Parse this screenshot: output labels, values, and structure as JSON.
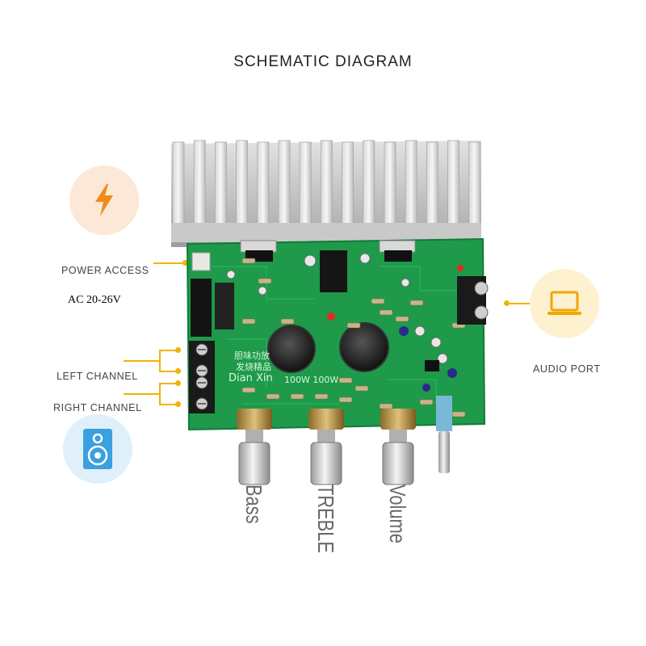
{
  "title": "SCHEMATIC DIAGRAM",
  "callouts": {
    "power_access": "POWER ACCESS",
    "ac_voltage": "AC 20-26V",
    "left_channel": "LEFT CHANNEL",
    "right_channel": "RIGHT CHANNEL",
    "audio_port": "AUDIO PORT"
  },
  "knobs": {
    "bass": "Bass",
    "treble": "TREBLE",
    "volume": "Volume"
  },
  "board_text": {
    "brand_line1": "胆味功放",
    "brand_line2": "发烧精品",
    "brand": "Dian Xin",
    "power_rating": "100W 100W"
  },
  "icons": {
    "power": "lightning-bolt-icon",
    "speaker": "speaker-icon",
    "audio": "laptop-icon"
  },
  "colors": {
    "accent": "#f0b400",
    "pcb_green": "#1e9a4a",
    "power_circle": "#fbe8d6",
    "speaker_circle": "#dff0fb",
    "audio_circle": "#fdf1cf"
  }
}
